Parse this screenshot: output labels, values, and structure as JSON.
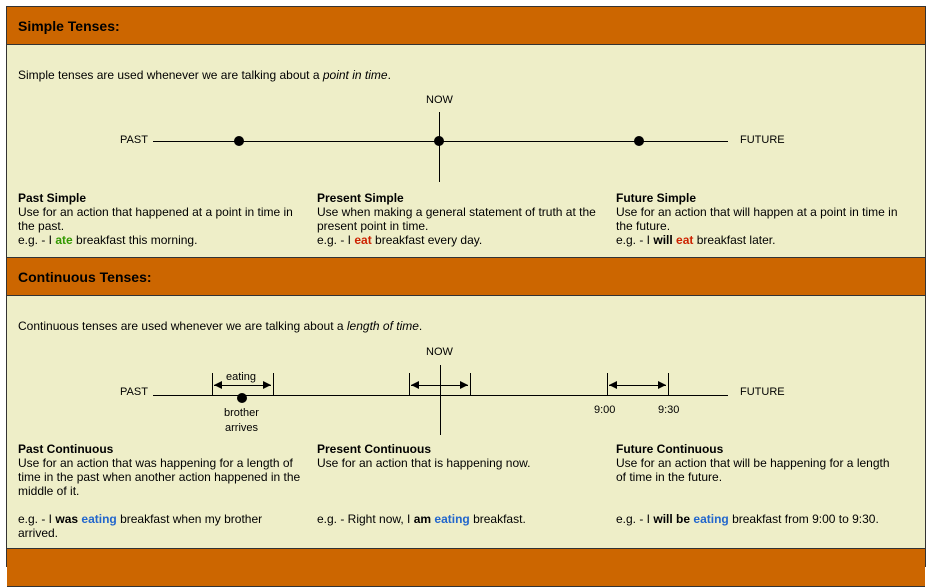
{
  "simple": {
    "heading": "Simple Tenses:",
    "intro_prefix": "Simple tenses are used whenever we are talking about a ",
    "intro_em": "point in time",
    "intro_suffix": ".",
    "timeline": {
      "past": "PAST",
      "now": "NOW",
      "future": "FUTURE"
    },
    "columns": [
      {
        "title": "Past Simple",
        "desc": "Use for an action that happened at a point in time in the past.",
        "ex_pre": "e.g. - I ",
        "ex_bold": "",
        "ex_verb": "ate",
        "ex_post": " breakfast this morning."
      },
      {
        "title": "Present Simple",
        "desc": "Use when making a general statement of truth at the present point in time.",
        "ex_pre": "e.g. - I ",
        "ex_bold": "",
        "ex_verb": "eat",
        "ex_post": " breakfast every day."
      },
      {
        "title": "Future Simple",
        "desc": "Use for an action that will happen at a point in time in the future.",
        "ex_pre": "e.g. - I ",
        "ex_bold": "will",
        "ex_verb": "eat",
        "ex_post": " breakfast later."
      }
    ]
  },
  "continuous": {
    "heading": "Continuous Tenses:",
    "intro_prefix": "Continuous tenses are used whenever we are talking about a ",
    "intro_em": "length of time",
    "intro_suffix": ".",
    "timeline": {
      "past": "PAST",
      "now": "NOW",
      "future": "FUTURE",
      "eating": "eating",
      "brother1": "brother",
      "brother2": "arrives",
      "t1": "9:00",
      "t2": "9:30"
    },
    "columns": [
      {
        "title": "Past Continuous",
        "desc": "Use for an action that was happening for a length of time in the past when another action happened in the middle of it.",
        "ex_pre": "e.g. - I ",
        "ex_bold": "was",
        "ex_verb": "eating",
        "ex_post": " breakfast when my brother arrived."
      },
      {
        "title": "Present Continuous",
        "desc": "Use for an action that is happening now.",
        "ex_pre": "e.g. - Right now, I ",
        "ex_bold": "am",
        "ex_verb": "eating",
        "ex_post": " breakfast."
      },
      {
        "title": "Future Continuous",
        "desc": "Use for an action that will be happening for a length of time in the future.",
        "ex_pre": "e.g. - I ",
        "ex_bold": "will be",
        "ex_verb": "eating",
        "ex_post": " breakfast from 9:00 to 9:30."
      }
    ]
  },
  "colors": {
    "header": "#cc6600",
    "body": "#eeeec8",
    "green": "#339900",
    "red": "#cc2200",
    "blue": "#2266cc"
  }
}
